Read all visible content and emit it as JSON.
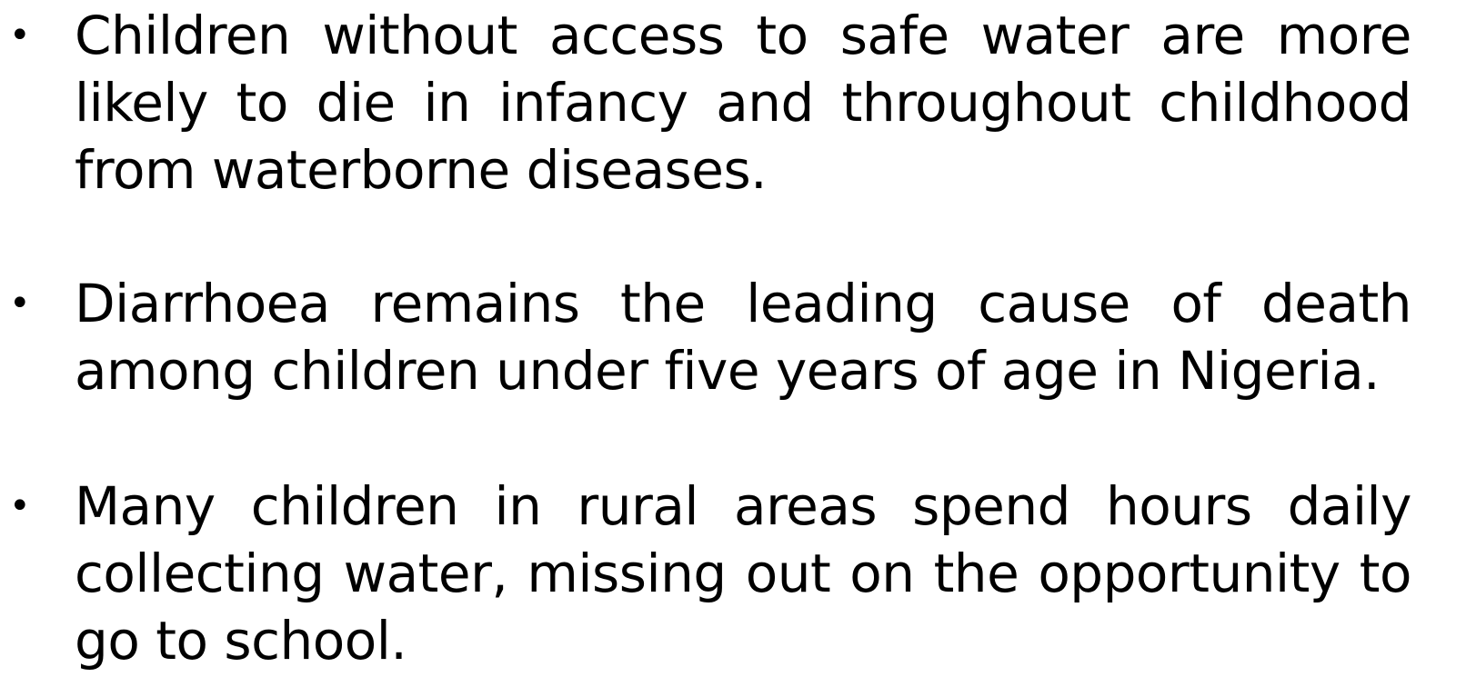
{
  "slide": {
    "bullets": [
      {
        "marker": "•",
        "text": "Children without access to safe water are more likely to die in infancy and throughout childhood from waterborne diseases."
      },
      {
        "marker": "•",
        "text": "Diarrhoea remains the leading cause of death among children under five years of age in Nigeria."
      },
      {
        "marker": "•",
        "text": "Many children in rural areas spend hours daily collecting water, missing out on the opportunity to go to school."
      }
    ]
  }
}
